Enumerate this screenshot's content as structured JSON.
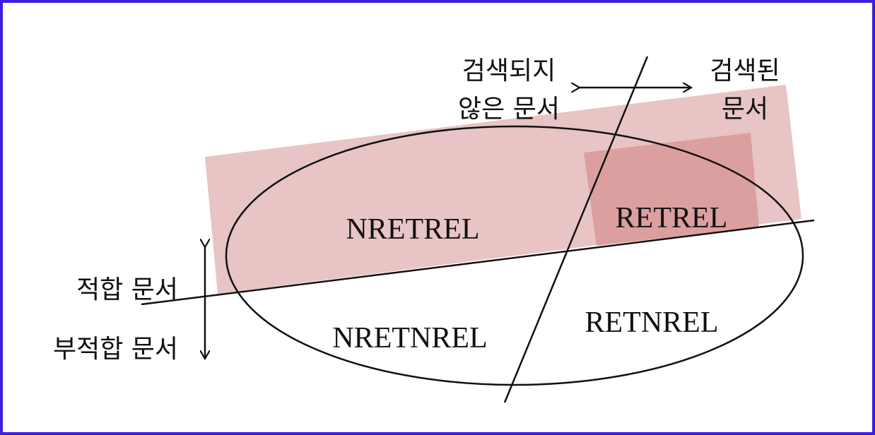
{
  "labels": {
    "unretrieved_line1": "검색되지",
    "unretrieved_line2": "않은 문서",
    "retrieved_line1": "검색된",
    "retrieved_line2": "문서",
    "relevant": "적합 문서",
    "nonrelevant": "부적합 문서",
    "nretrel": "NRETREL",
    "retrel": "RETREL",
    "retnrel": "RETNREL",
    "nretnrel": "NRETNREL"
  },
  "colors": {
    "frame_border": "#3b1ee0",
    "relevant_band": "#e8c4c4",
    "retrieved_relevant": "#dc9f9f",
    "line": "#111111"
  }
}
